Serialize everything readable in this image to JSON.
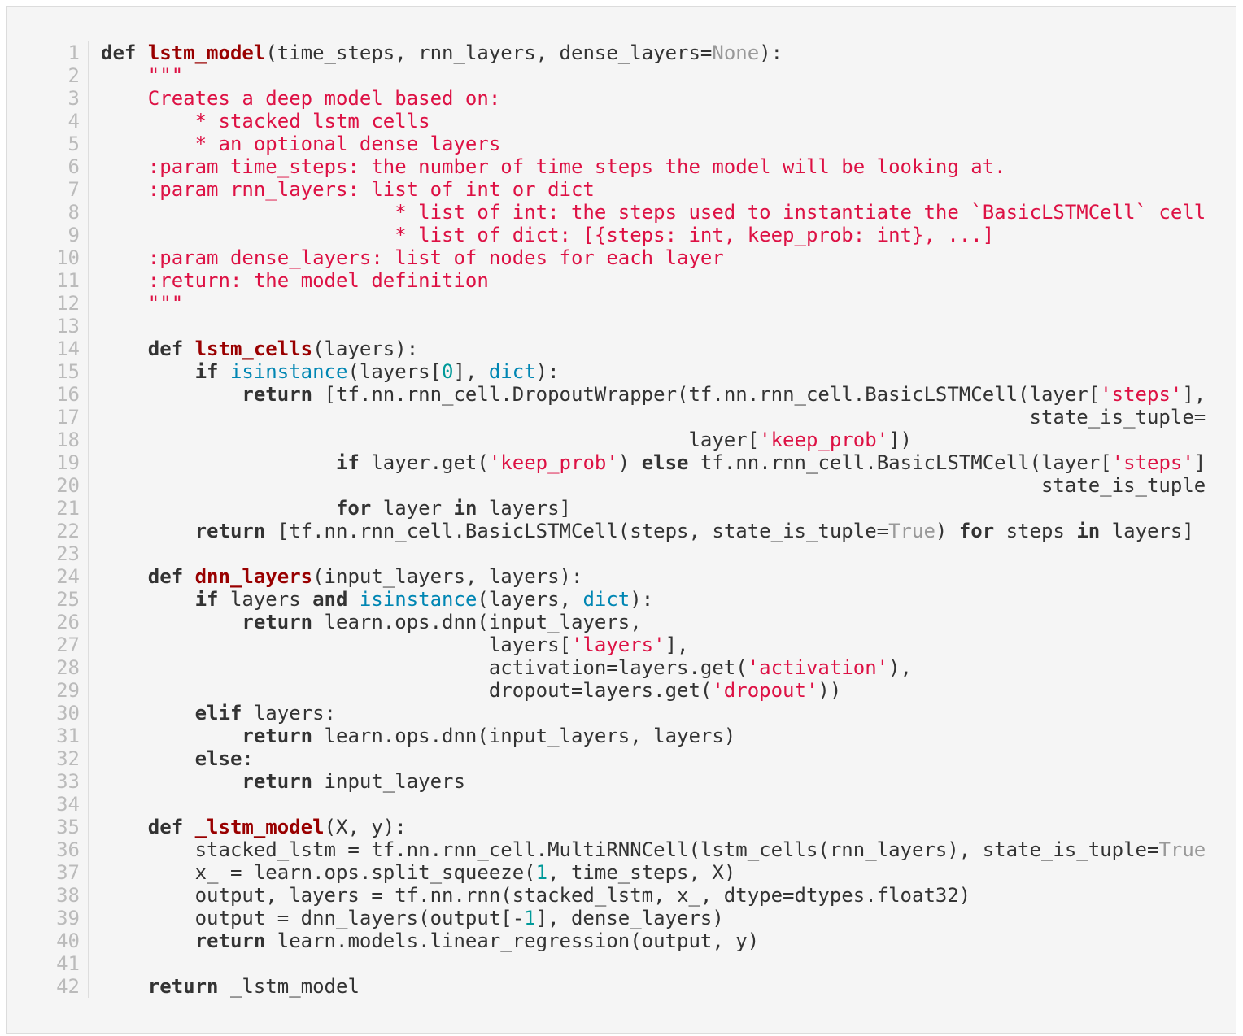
{
  "code": {
    "colors": {
      "keyword": "#333333",
      "function": "#990000",
      "string": "#dd1144",
      "builtin": "#0086b3",
      "number": "#009999",
      "constant": "#999999"
    },
    "lines": [
      [
        [
          "kw",
          "def"
        ],
        [
          "p",
          " "
        ],
        [
          "fn",
          "lstm_model"
        ],
        [
          "p",
          "(time_steps, rnn_layers, dense_layers="
        ],
        [
          "none",
          "None"
        ],
        [
          "p",
          "):"
        ]
      ],
      [
        [
          "str",
          "    \"\"\""
        ]
      ],
      [
        [
          "str",
          "    Creates a deep model based on:"
        ]
      ],
      [
        [
          "str",
          "        * stacked lstm cells"
        ]
      ],
      [
        [
          "str",
          "        * an optional dense layers"
        ]
      ],
      [
        [
          "str",
          "    :param time_steps: the number of time steps the model will be looking at."
        ]
      ],
      [
        [
          "str",
          "    :param rnn_layers: list of int or dict"
        ]
      ],
      [
        [
          "str",
          "                         * list of int: the steps used to instantiate the `BasicLSTMCell` cell"
        ]
      ],
      [
        [
          "str",
          "                         * list of dict: [{steps: int, keep_prob: int}, ...]"
        ]
      ],
      [
        [
          "str",
          "    :param dense_layers: list of nodes for each layer"
        ]
      ],
      [
        [
          "str",
          "    :return: the model definition"
        ]
      ],
      [
        [
          "str",
          "    \"\"\""
        ]
      ],
      [],
      [
        [
          "p",
          "    "
        ],
        [
          "kw",
          "def"
        ],
        [
          "p",
          " "
        ],
        [
          "fn",
          "lstm_cells"
        ],
        [
          "p",
          "(layers):"
        ]
      ],
      [
        [
          "p",
          "        "
        ],
        [
          "kw",
          "if"
        ],
        [
          "p",
          " "
        ],
        [
          "bi",
          "isinstance"
        ],
        [
          "p",
          "(layers["
        ],
        [
          "num",
          "0"
        ],
        [
          "p",
          "], "
        ],
        [
          "bi",
          "dict"
        ],
        [
          "p",
          "):"
        ]
      ],
      [
        [
          "p",
          "            "
        ],
        [
          "kw",
          "return"
        ],
        [
          "p",
          " [tf.nn.rnn_cell.DropoutWrapper(tf.nn.rnn_cell.BasicLSTMCell(layer["
        ],
        [
          "str",
          "'steps'"
        ],
        [
          "p",
          "],"
        ]
      ],
      [
        [
          "p",
          "                                                                               state_is_tuple="
        ]
      ],
      [
        [
          "p",
          "                                                  layer["
        ],
        [
          "str",
          "'keep_prob'"
        ],
        [
          "p",
          "])"
        ]
      ],
      [
        [
          "p",
          "                    "
        ],
        [
          "kw",
          "if"
        ],
        [
          "p",
          " layer.get("
        ],
        [
          "str",
          "'keep_prob'"
        ],
        [
          "p",
          ") "
        ],
        [
          "kw",
          "else"
        ],
        [
          "p",
          " tf.nn.rnn_cell.BasicLSTMCell(layer["
        ],
        [
          "str",
          "'steps'"
        ],
        [
          "p",
          "]"
        ]
      ],
      [
        [
          "p",
          "                                                                                state_is_tuple"
        ]
      ],
      [
        [
          "p",
          "                    "
        ],
        [
          "kw",
          "for"
        ],
        [
          "p",
          " layer "
        ],
        [
          "kw",
          "in"
        ],
        [
          "p",
          " layers]"
        ]
      ],
      [
        [
          "p",
          "        "
        ],
        [
          "kw",
          "return"
        ],
        [
          "p",
          " [tf.nn.rnn_cell.BasicLSTMCell(steps, state_is_tuple="
        ],
        [
          "none",
          "True"
        ],
        [
          "p",
          ") "
        ],
        [
          "kw",
          "for"
        ],
        [
          "p",
          " steps "
        ],
        [
          "kw",
          "in"
        ],
        [
          "p",
          " layers]"
        ]
      ],
      [],
      [
        [
          "p",
          "    "
        ],
        [
          "kw",
          "def"
        ],
        [
          "p",
          " "
        ],
        [
          "fn",
          "dnn_layers"
        ],
        [
          "p",
          "(input_layers, layers):"
        ]
      ],
      [
        [
          "p",
          "        "
        ],
        [
          "kw",
          "if"
        ],
        [
          "p",
          " layers "
        ],
        [
          "kw",
          "and"
        ],
        [
          "p",
          " "
        ],
        [
          "bi",
          "isinstance"
        ],
        [
          "p",
          "(layers, "
        ],
        [
          "bi",
          "dict"
        ],
        [
          "p",
          "):"
        ]
      ],
      [
        [
          "p",
          "            "
        ],
        [
          "kw",
          "return"
        ],
        [
          "p",
          " learn.ops.dnn(input_layers,"
        ]
      ],
      [
        [
          "p",
          "                                 layers["
        ],
        [
          "str",
          "'layers'"
        ],
        [
          "p",
          "],"
        ]
      ],
      [
        [
          "p",
          "                                 activation=layers.get("
        ],
        [
          "str",
          "'activation'"
        ],
        [
          "p",
          "),"
        ]
      ],
      [
        [
          "p",
          "                                 dropout=layers.get("
        ],
        [
          "str",
          "'dropout'"
        ],
        [
          "p",
          "))"
        ]
      ],
      [
        [
          "p",
          "        "
        ],
        [
          "kw",
          "elif"
        ],
        [
          "p",
          " layers:"
        ]
      ],
      [
        [
          "p",
          "            "
        ],
        [
          "kw",
          "return"
        ],
        [
          "p",
          " learn.ops.dnn(input_layers, layers)"
        ]
      ],
      [
        [
          "p",
          "        "
        ],
        [
          "kw",
          "else"
        ],
        [
          "p",
          ":"
        ]
      ],
      [
        [
          "p",
          "            "
        ],
        [
          "kw",
          "return"
        ],
        [
          "p",
          " input_layers"
        ]
      ],
      [],
      [
        [
          "p",
          "    "
        ],
        [
          "kw",
          "def"
        ],
        [
          "p",
          " "
        ],
        [
          "fn",
          "_lstm_model"
        ],
        [
          "p",
          "(X, y):"
        ]
      ],
      [
        [
          "p",
          "        stacked_lstm = tf.nn.rnn_cell.MultiRNNCell(lstm_cells(rnn_layers), state_is_tuple="
        ],
        [
          "none",
          "True"
        ]
      ],
      [
        [
          "p",
          "        x_ = learn.ops.split_squeeze("
        ],
        [
          "num",
          "1"
        ],
        [
          "p",
          ", time_steps, X)"
        ]
      ],
      [
        [
          "p",
          "        output, layers = tf.nn.rnn(stacked_lstm, x_, dtype=dtypes.float32)"
        ]
      ],
      [
        [
          "p",
          "        output = dnn_layers(output[-"
        ],
        [
          "num",
          "1"
        ],
        [
          "p",
          "], dense_layers)"
        ]
      ],
      [
        [
          "p",
          "        "
        ],
        [
          "kw",
          "return"
        ],
        [
          "p",
          " learn.models.linear_regression(output, y)"
        ]
      ],
      [],
      [
        [
          "p",
          "    "
        ],
        [
          "kw",
          "return"
        ],
        [
          "p",
          " _lstm_model"
        ]
      ]
    ]
  }
}
